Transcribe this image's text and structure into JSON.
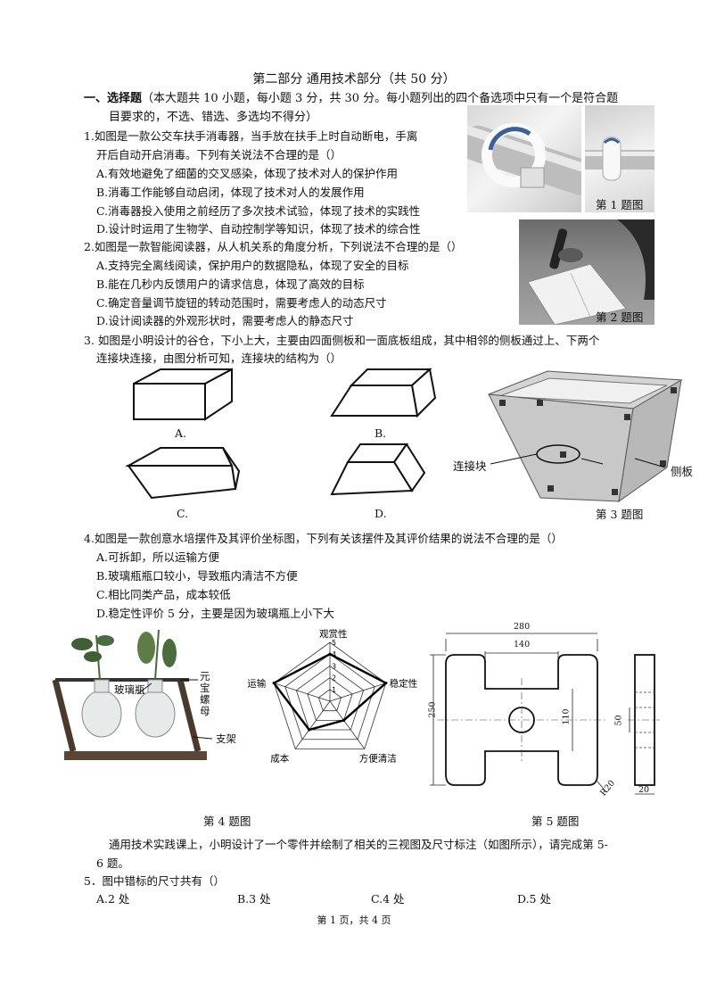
{
  "header": {
    "title": "第二部分 通用技术部分（共 50 分）"
  },
  "section": {
    "heading": "一、选择题",
    "desc_line1": "（本大题共 10 小题，每小题 3 分，共 30 分。每小题列出的四个备选项中只有一个是符合题",
    "desc_line2": "目要求的，不选、错选、多选均不得分）"
  },
  "q1": {
    "stem1": "1.如图是一款公交车扶手消毒器，当手放在扶手上时自动断电，手离",
    "stem2": "开后自动开启消毒。下列有关说法不合理的是（）",
    "A": "A.有效地避免了细菌的交叉感染，体现了技术对人的保护作用",
    "B": "B.消毒工作能够自动启闭，体现了技术对人的发展作用",
    "C": "C.消毒器投入使用之前经历了多次技术试验，体现了技术的实践性",
    "D": "D.设计时运用了生物学、自动控制学等知识，体现了技术的综合性",
    "caption": "第 1 题图"
  },
  "q2": {
    "stem": "2.如图是一款智能阅读器，从人机关系的角度分析，下列说法不合理的是（）",
    "A": "A.支持完全离线阅读，保护用户的数据隐私，体现了安全的目标",
    "B": "B.能在几秒内反馈用户的请求信息，体现了高效的目标",
    "C": "C.确定音量调节旋钮的转动范围时，需要考虑人的动态尺寸",
    "D": "D.设计阅读器的外观形状时，需要考虑人的静态尺寸",
    "caption": "第 2 题图"
  },
  "q3": {
    "stem1": "3. 如图是小明设计的谷仓，下小上大，主要由四面侧板和一面底板组成，其中相邻的侧板通过上、下两个",
    "stem2": "连接块连接，由图分析可知，连接块的结构为（）",
    "A": "A.",
    "B": "B.",
    "C": "C.",
    "D": "D.",
    "label_block": "连接块",
    "label_side": "侧板",
    "caption": "第 3 题图"
  },
  "q4": {
    "stem": "4.如图是一款创意水培摆件及其评价坐标图，下列有关该摆件及其评价结果的说法不合理的是（）",
    "A": "A.可拆卸，所以运输方便",
    "B": "B.玻璃瓶瓶口较小，导致瓶内清洁不方便",
    "C": "C.相比同类产品，成本较低",
    "D": "D.稳定性评价 5 分，主要是因为玻璃瓶上小下大",
    "label_bottle": "玻璃瓶",
    "label_nut": "元宝螺母",
    "label_stand": "支架",
    "caption": "第 4 题图",
    "radar": {
      "axes": [
        "观赏性",
        "稳定性",
        "方便清洁",
        "成本",
        "运输"
      ],
      "ticks": [
        "1",
        "2",
        "3",
        "4",
        "5"
      ]
    }
  },
  "q5fig": {
    "dims": {
      "d280": "280",
      "d140": "140",
      "d250": "250",
      "d110": "110",
      "d50": "50",
      "dR20": "R20",
      "d20": "20"
    },
    "caption": "第 5 题图"
  },
  "intro56": {
    "line1": "通用技术实践课上，小明设计了一个零件并绘制了相关的三视图及尺寸标注（如图所示），请完成第 5-",
    "line2": "6 题。"
  },
  "q5": {
    "stem": "5．图中错标的尺寸共有（）",
    "A": "A.2 处",
    "B": "B.3 处",
    "C": "C.4 处",
    "D": "D.5 处"
  },
  "chart_data": {
    "type": "radar",
    "title": "",
    "categories": [
      "观赏性",
      "稳定性",
      "方便清洁",
      "成本",
      "运输"
    ],
    "scale": [
      0,
      5
    ],
    "ticks": [
      1,
      2,
      3,
      4,
      5
    ],
    "series": [
      {
        "values": [
          4,
          5,
          2,
          3,
          5
        ]
      }
    ]
  },
  "footer": {
    "page": "第 1 页，共 4 页"
  }
}
